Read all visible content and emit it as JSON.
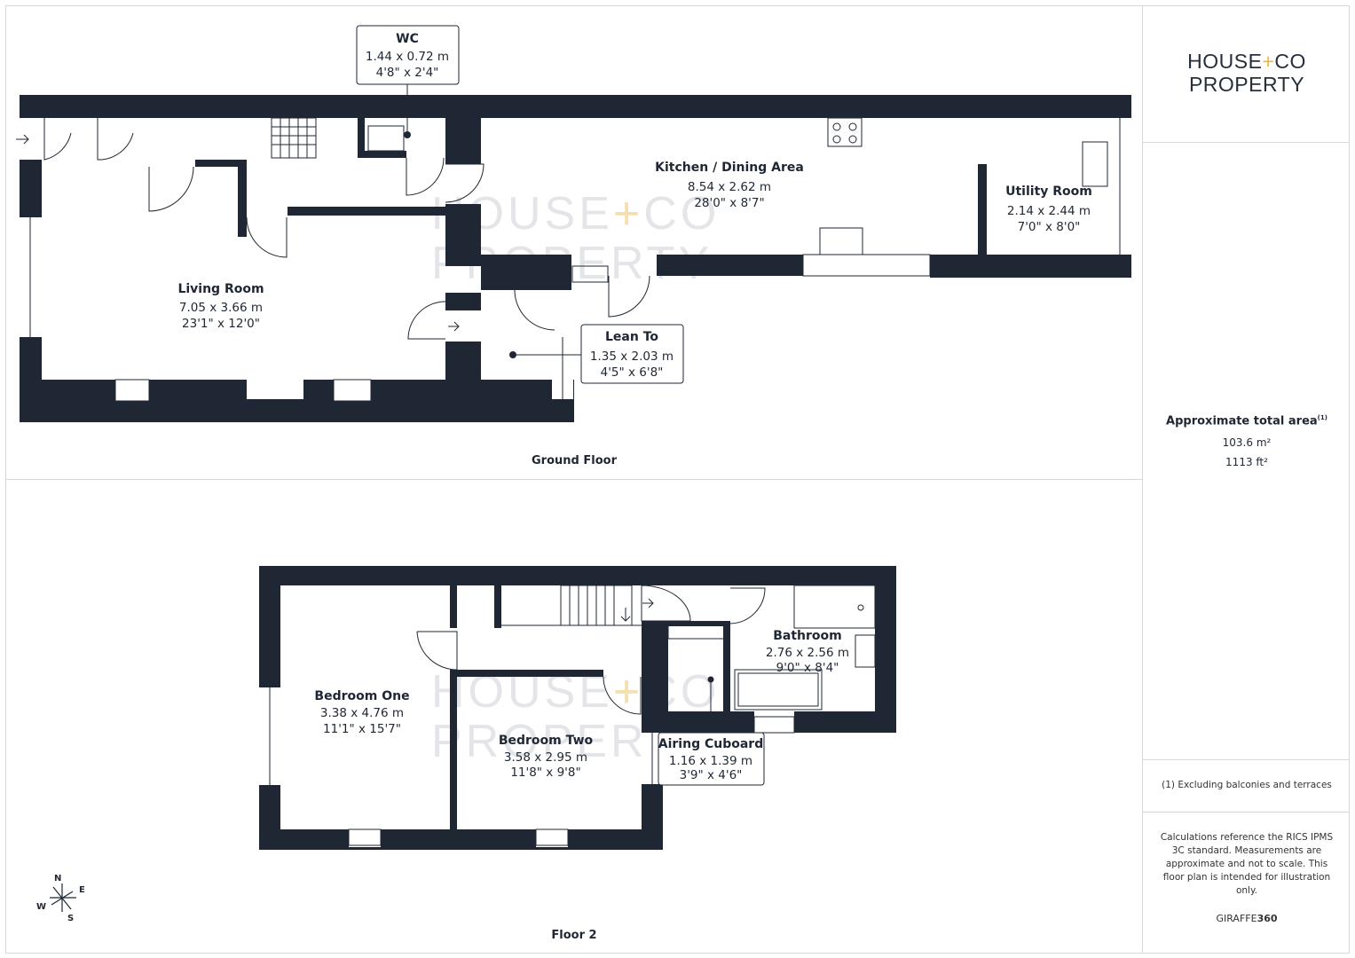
{
  "brand": {
    "line1_a": "HOUSE",
    "plus": "+",
    "line1_b": "CO",
    "line2": "PROPERTY"
  },
  "summary": {
    "title": "Approximate total area",
    "footnote_mark": "(1)",
    "area_m": "103.6 m²",
    "area_ft": "1113 ft²",
    "footnote": "(1) Excluding balconies and terraces",
    "disclaimer": "Calculations reference the RICS IPMS 3C standard. Measurements are approximate and not to scale. This floor plan is intended for illustration only.",
    "credit_a": "GIRAFFE",
    "credit_b": "360"
  },
  "floors": {
    "ground": {
      "label": "Ground Floor"
    },
    "first": {
      "label": "Floor 2"
    }
  },
  "rooms": {
    "wc": {
      "name": "WC",
      "metric": "1.44 x 0.72 m",
      "imperial": "4'8\" x 2'4\""
    },
    "kitchen": {
      "name": "Kitchen / Dining Area",
      "metric": "8.54 x 2.62 m",
      "imperial": "28'0\" x 8'7\""
    },
    "utility": {
      "name": "Utility Room",
      "metric": "2.14 x 2.44 m",
      "imperial": "7'0\" x 8'0\""
    },
    "living": {
      "name": "Living Room",
      "metric": "7.05 x 3.66 m",
      "imperial": "23'1\" x 12'0\""
    },
    "lean_to": {
      "name": "Lean To",
      "metric": "1.35 x 2.03 m",
      "imperial": "4'5\" x 6'8\""
    },
    "bedroom_one": {
      "name": "Bedroom One",
      "metric": "3.38 x 4.76 m",
      "imperial": "11'1\" x 15'7\""
    },
    "bedroom_two": {
      "name": "Bedroom Two",
      "metric": "3.58 x 2.95 m",
      "imperial": "11'8\" x 9'8\""
    },
    "bathroom": {
      "name": "Bathroom",
      "metric": "2.76 x 2.56 m",
      "imperial": "9'0\" x 8'4\""
    },
    "airing": {
      "name": "Airing Cuboard",
      "metric": "1.16 x 1.39 m",
      "imperial": "3'9\" x 4'6\""
    }
  },
  "compass": {
    "n": "N",
    "e": "E",
    "s": "S",
    "w": "W"
  },
  "colors": {
    "wall": "#1e2733",
    "accent": "#f0b43a",
    "frame": "#d4d7dc"
  }
}
